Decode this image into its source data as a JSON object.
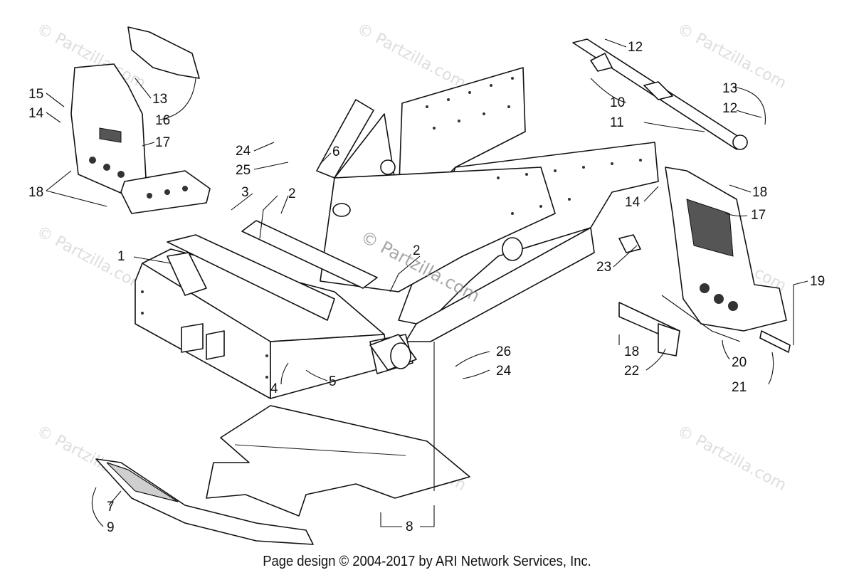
{
  "watermark": "© Partzilla.com",
  "footer": "Page design © 2004-2017 by ARI Network Services, Inc.",
  "callouts": {
    "c1": "1",
    "c2a": "2",
    "c2b": "2",
    "c3": "3",
    "c4": "4",
    "c5": "5",
    "c6": "6",
    "c7": "7",
    "c8": "8",
    "c9": "9",
    "c10": "10",
    "c11": "11",
    "c12a": "12",
    "c12b": "12",
    "c13a": "13",
    "c13b": "13",
    "c14a": "14",
    "c14b": "14",
    "c15": "15",
    "c16": "16",
    "c17a": "17",
    "c17b": "17",
    "c18a": "18",
    "c18b": "18",
    "c18c": "18",
    "c19": "19",
    "c20": "20",
    "c21": "21",
    "c22": "22",
    "c23": "23",
    "c24a": "24",
    "c24b": "24",
    "c25": "25",
    "c26": "26"
  }
}
